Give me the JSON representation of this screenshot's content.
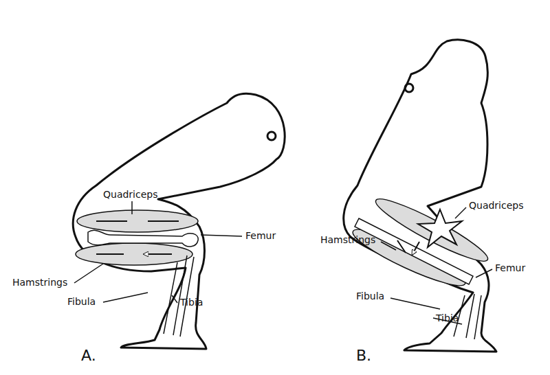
{
  "diagram": {
    "labels": [
      "Quadriceps",
      "Femur",
      "Hamstrings",
      "Fibula",
      "Tibia",
      "A.",
      "Quadriceps",
      "Hamstrings",
      "Femur",
      "Fibula",
      "Tibia",
      "B."
    ]
  }
}
